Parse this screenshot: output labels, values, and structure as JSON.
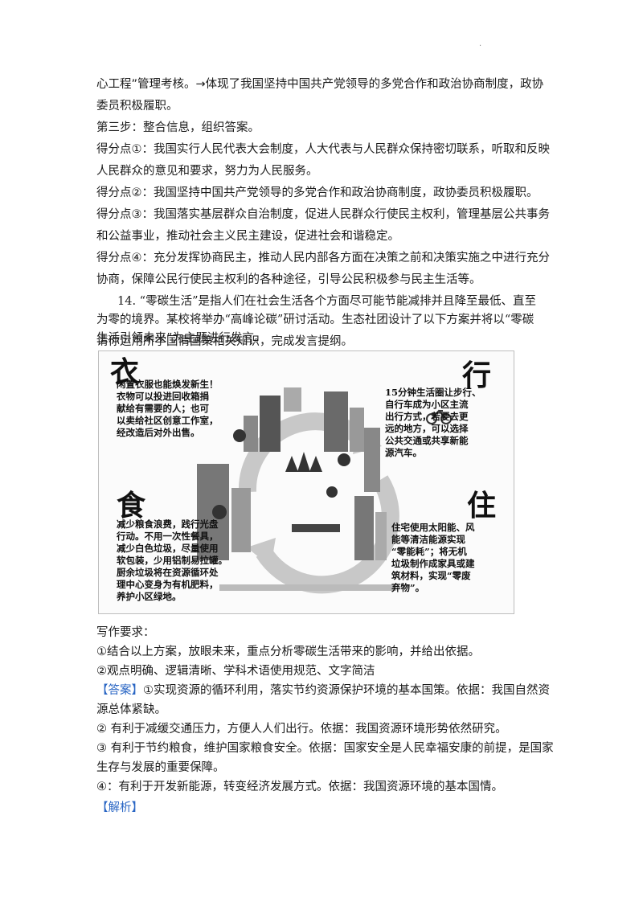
{
  "top_dot": "·",
  "lines": [
    "心工程”管理考核。→体现了我国坚持中国共产党领导的多党合作和政治协商制度，政协",
    "委员积极履职。",
    "第三步：整合信息，组织答案。",
    "得分点①：我国实行人民代表大会制度，人大代表与人民群众保持密切联系，听取和反映",
    "人民群众的意见和要求，努力为人民服务。",
    "得分点②：我国坚持中国共产党领导的多党合作和政治协商制度，政协委员积极履职。",
    "得分点③：我国落实基层群众自治制度，促进人民群众行使民主权利，管理基层公共事务",
    "和公益事业，推动社会主义民主建设，促进社会和谐稳定。",
    "得分点④：充分发挥协商民主，推动人民内部各方面在决策之前和决策实施之中进行充分",
    "协商，保障公民行使民主权利的各种途径，引导公民积极参与民主生活等。"
  ],
  "question": {
    "line1": "14. “零碳生活”是指人们在社会生活各个方面尽可能节能减排并且降至最低、直至",
    "line2": "为零的境界。某校将举办“高峰论碳”研讨活动。生态社团设计了以下方案并将以“零碳",
    "line3": "生活引领未来”为主题进行发言。",
    "line4": "请你运用所学国情国策相关知识，完成发言提纲。"
  },
  "poster": {
    "yi": "衣",
    "xing": "行",
    "shi": "食",
    "zhu": "住",
    "yi_text": "闲置衣服也能焕发新生！\n衣物可以投进回收箱捐\n献给有需要的人；也可\n以卖给社区创意工作室，\n经改造后对外出售。",
    "xing_text": "15分钟生活圈让步行、\n自行车成为小区主流\n出行方式，若要去更\n远的地方，可以选择\n公共交通或共享新能\n源汽车。",
    "shi_text": "减少粮食浪费，践行光盘\n行动。不用一次性餐具，\n减少白色垃圾，尽量使用\n软包装，少用铝制易拉罐。\n厨余垃圾将在资源循环处\n理中心变身为有机肥料，\n养护小区绿地。",
    "zhu_text": "住宅使用太阳能、风\n能等清洁能源实现\n“零能耗”；将无机\n垃圾制作成家具或建\n筑材料，实现“零废\n弃物”。"
  },
  "requirements": {
    "title": "写作要求：",
    "r1": "①结合以上方案，放眼未来，重点分析零碳生活带来的影响，并给出依据。",
    "r2": "②观点明确、逻辑清晰、学科术语使用规范、文字简洁"
  },
  "answer": {
    "tag": "【答案】",
    "a1a": "①实现资源的循环利用，落实节约资源保护环境的基本国策。依据：我国自然资",
    "a1b": "源总体紧缺。",
    "a2": "② 有利于减缓交通压力，方便人人们出行。依据：我国资源环境形势依然研究。",
    "a3a": "③ 有利于节约粮食，维护国家粮食安全。依据：国家安全是人民幸福安康的前提，是国家",
    "a3b": "生存与发展的重要保障。",
    "a4": "④：有利于开发新能源，转变经济发展方式。依据：我国资源环境的基本国情。",
    "analysis": "【解析】"
  }
}
